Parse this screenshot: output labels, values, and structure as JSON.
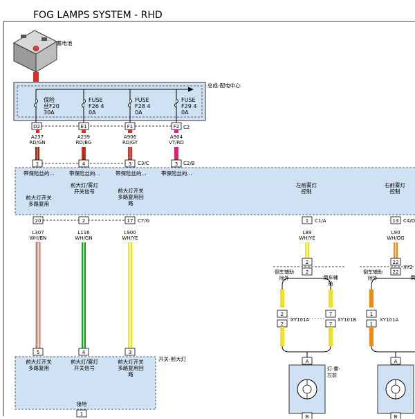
{
  "title": "FOG LAMPS SYSTEM - RHD",
  "battery": {
    "label": "蓄电池"
  },
  "power_center": {
    "label": "总成-配电中心",
    "fuses": [
      {
        "line1": "保险",
        "line2": "丝F20",
        "line3": "30A"
      },
      {
        "line1": "FUSE",
        "line2": "F26 4",
        "line3": "0A"
      },
      {
        "line1": "FUSE",
        "line2": "F28 4",
        "line3": "0A"
      },
      {
        "line1": "FUSE",
        "line2": "F29 4",
        "line3": "0A"
      }
    ],
    "pins": [
      "D2",
      "E1",
      "F1",
      "F2"
    ],
    "connector": "C2"
  },
  "wires_top": [
    {
      "code": "A237",
      "color": "RD/GN"
    },
    {
      "code": "A239",
      "color": "RD/BG"
    },
    {
      "code": "A906",
      "color": "RD/GY"
    },
    {
      "code": "A904",
      "color": "VT/RD"
    }
  ],
  "bcm": {
    "pins_in": [
      "1",
      "4",
      "3",
      "3"
    ],
    "conn_c3": "C3/C",
    "conn_c2": "C2/B",
    "fused_labels": [
      "带保险丝的...",
      "带保险丝的...",
      "带保险丝的...",
      "带保险丝的..."
    ],
    "functions": [
      {
        "l1": "前大灯开关",
        "l2": "多路复用",
        "l3": ""
      },
      {
        "l1": "前大灯/雾灯",
        "l2": "开关信号",
        "l3": ""
      },
      {
        "l1": "前大灯开关",
        "l2": "多路复用回",
        "l3": "路"
      }
    ],
    "fog_left": {
      "l1": "左前雾灯",
      "l2": "控制"
    },
    "fog_right": {
      "l1": "右前雾灯",
      "l2": "控制"
    },
    "pins_out": [
      "20",
      "2",
      "17",
      "1",
      "13"
    ],
    "conn_c7": "C7/G",
    "conn_c1": "C1/A",
    "conn_c4": "C4/D"
  },
  "wires_mid": [
    {
      "code": "L307",
      "color": "WH/BN"
    },
    {
      "code": "L116",
      "color": "WH/GN"
    },
    {
      "code": "L900",
      "color": "WH/YE"
    },
    {
      "code": "L89",
      "color": "WH/YE"
    },
    {
      "code": "L90",
      "color": "WH/OG"
    }
  ],
  "switch": {
    "label": "开关-前大灯",
    "pins": [
      "5",
      "4",
      "3"
    ],
    "functions": [
      {
        "l1": "前大灯开关",
        "l2": "多路复用",
        "l3": ""
      },
      {
        "l1": "前大灯/雾灯",
        "l2": "开关信号",
        "l3": ""
      },
      {
        "l1": "前大灯开关",
        "l2": "多路复用回",
        "l3": "路"
      }
    ],
    "ground_label": "接地",
    "ground_pin": "1"
  },
  "left_fog": {
    "pin2a": "2",
    "pin2b": "2",
    "branch_left": {
      "l1": "倒车辅助",
      "l2": "除外"
    },
    "branch_right": {
      "l1": "倒车辅",
      "l2": "助"
    },
    "pin_l1": "2",
    "pin_l2": "2",
    "xy_l": "XY101A",
    "pin_r1": "7",
    "pin_r2": "7",
    "xy_r": "XY101B",
    "lamp_pin_top": "A",
    "lamp_pin_bottom": "B",
    "lamp_label": {
      "l1": "灯-雾-",
      "l2": "左前"
    }
  },
  "right_fog": {
    "pin22a": "22",
    "pin22b": "22",
    "xy_top": "XY2",
    "branch_left": {
      "l1": "倒车辅助",
      "l2": "除外"
    },
    "branch_right": {
      "l1": "倒"
    },
    "pin_l1": "1",
    "pin_l2": "1",
    "xy_l": "XY101A",
    "lamp_pin_top": "A",
    "lamp_pin_bottom": "B"
  },
  "colors": {
    "module_fill": "#cfe2f3",
    "wire_red": "#d93025",
    "wire_brown": "#8b2e16",
    "wire_green": "#20a020",
    "wire_yellow": "#f0e020",
    "wire_pink": "#e0208a",
    "wire_orange": "#f08a10"
  }
}
